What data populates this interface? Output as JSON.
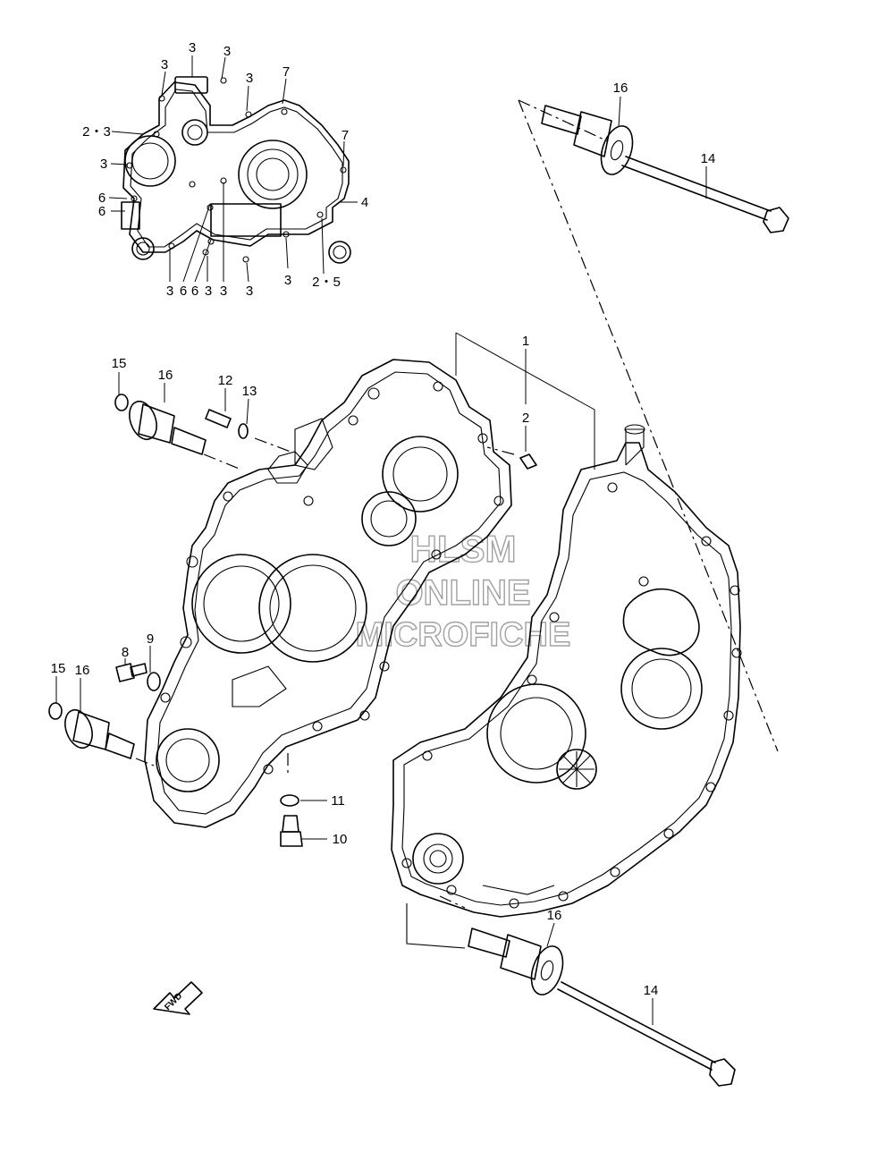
{
  "watermark": [
    "HLSM",
    "ONLINE",
    "MICROFICHE"
  ],
  "fwd_label": "FWD",
  "gasket_labels": [
    {
      "id": "g1",
      "text": "3"
    },
    {
      "id": "g2",
      "text": "3"
    },
    {
      "id": "g3",
      "text": "3"
    },
    {
      "id": "g4",
      "text": "3"
    },
    {
      "id": "g5",
      "text": "7"
    },
    {
      "id": "g6",
      "text": "2・3"
    },
    {
      "id": "g7",
      "text": "7"
    },
    {
      "id": "g8",
      "text": "3"
    },
    {
      "id": "g9",
      "text": "6"
    },
    {
      "id": "g10",
      "text": "4"
    },
    {
      "id": "g11",
      "text": "6"
    },
    {
      "id": "g12",
      "text": "3"
    },
    {
      "id": "g13",
      "text": "6"
    },
    {
      "id": "g14",
      "text": "6"
    },
    {
      "id": "g15",
      "text": "3"
    },
    {
      "id": "g16",
      "text": "3"
    },
    {
      "id": "g17",
      "text": "3"
    },
    {
      "id": "g18",
      "text": "3"
    },
    {
      "id": "g19",
      "text": "2・5"
    }
  ],
  "part_labels": [
    {
      "id": "p1",
      "text": "16"
    },
    {
      "id": "p2",
      "text": "14"
    },
    {
      "id": "p3",
      "text": "1"
    },
    {
      "id": "p4",
      "text": "2"
    },
    {
      "id": "p5",
      "text": "15"
    },
    {
      "id": "p6",
      "text": "16"
    },
    {
      "id": "p7",
      "text": "12"
    },
    {
      "id": "p8",
      "text": "13"
    },
    {
      "id": "p9",
      "text": "8"
    },
    {
      "id": "p10",
      "text": "9"
    },
    {
      "id": "p11",
      "text": "15"
    },
    {
      "id": "p12",
      "text": "16"
    },
    {
      "id": "p13",
      "text": "11"
    },
    {
      "id": "p14",
      "text": "10"
    },
    {
      "id": "p15",
      "text": "16"
    },
    {
      "id": "p16",
      "text": "14"
    }
  ]
}
